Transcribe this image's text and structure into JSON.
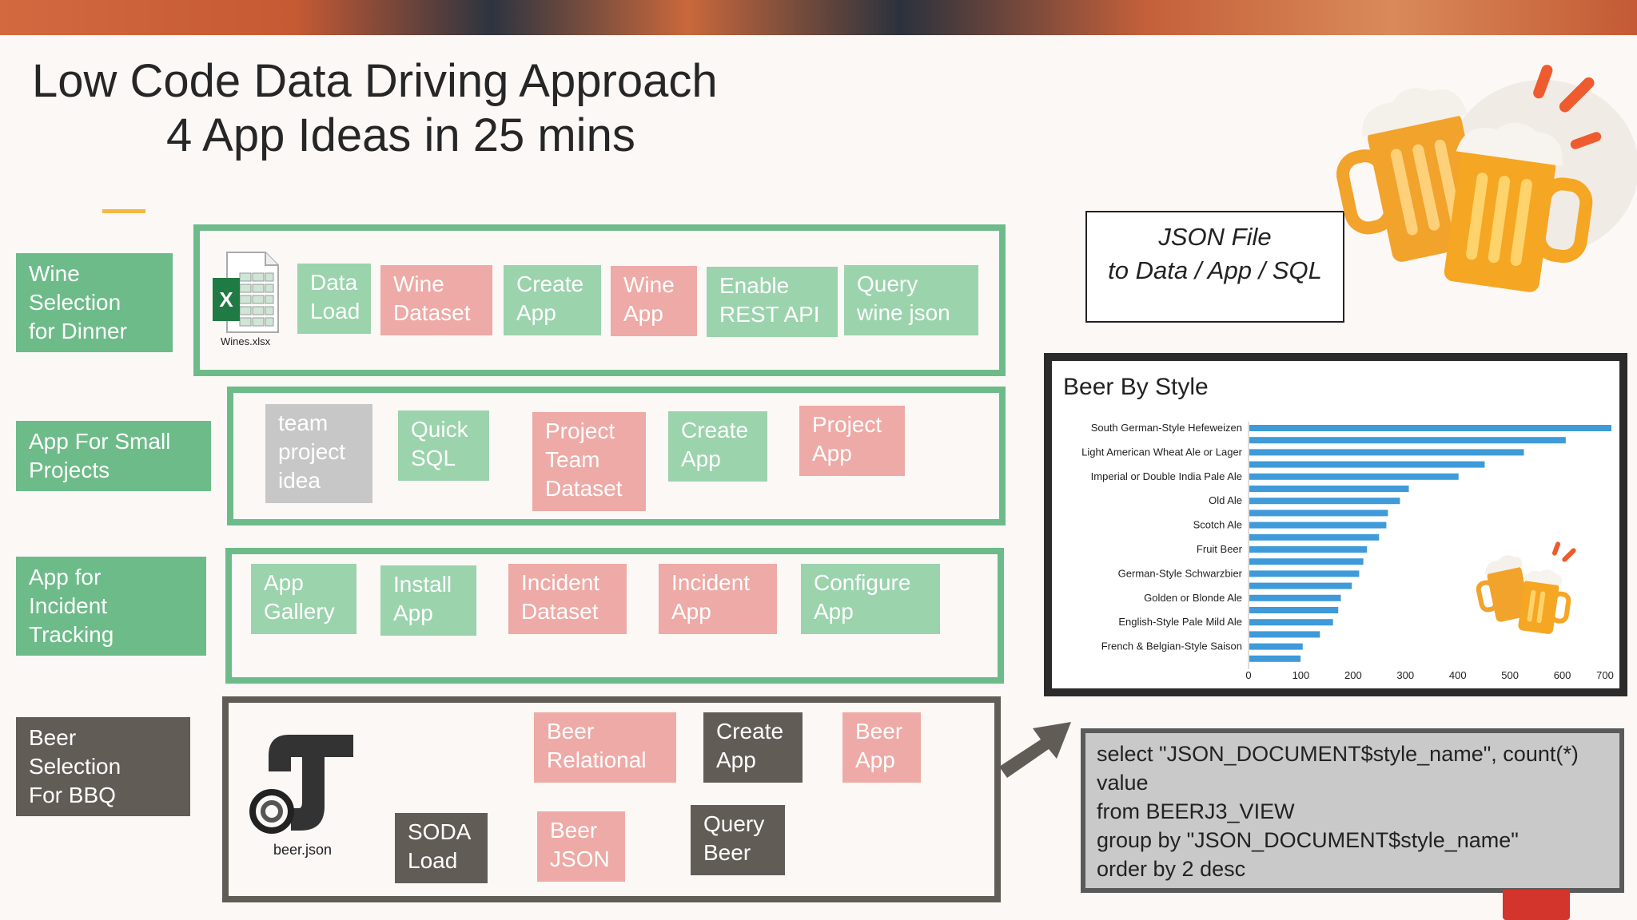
{
  "title": {
    "line1": "Low Code Data Driving Approach",
    "line2": "4 App Ideas in 25 mins"
  },
  "rows": [
    {
      "label": [
        "Wine",
        "Selection",
        "for Dinner"
      ],
      "steps": [
        {
          "lines": [
            "Data",
            "Load"
          ],
          "color": "green"
        },
        {
          "lines": [
            "Wine",
            "Dataset"
          ],
          "color": "pink"
        },
        {
          "lines": [
            "Create",
            "App"
          ],
          "color": "green"
        },
        {
          "lines": [
            "Wine",
            "App"
          ],
          "color": "pink"
        },
        {
          "lines": [
            "Enable",
            "REST API"
          ],
          "color": "green"
        },
        {
          "lines": [
            "Query",
            "wine json"
          ],
          "color": "green"
        }
      ],
      "file_caption": "Wines.xlsx"
    },
    {
      "label": [
        "App For Small",
        "Projects"
      ],
      "steps": [
        {
          "lines": [
            "team",
            "project",
            "idea"
          ],
          "color": "gray"
        },
        {
          "lines": [
            "Quick",
            "SQL"
          ],
          "color": "green"
        },
        {
          "lines": [
            "Project",
            "Team",
            "Dataset"
          ],
          "color": "pink"
        },
        {
          "lines": [
            "Create",
            "App"
          ],
          "color": "green"
        },
        {
          "lines": [
            "Project",
            "App"
          ],
          "color": "pink"
        }
      ]
    },
    {
      "label": [
        "App for",
        "Incident",
        "Tracking"
      ],
      "steps": [
        {
          "lines": [
            "App",
            "Gallery"
          ],
          "color": "green"
        },
        {
          "lines": [
            "Install",
            "App"
          ],
          "color": "green"
        },
        {
          "lines": [
            "Incident",
            "Dataset"
          ],
          "color": "pink"
        },
        {
          "lines": [
            "Incident",
            "App"
          ],
          "color": "pink"
        },
        {
          "lines": [
            "Configure",
            "App"
          ],
          "color": "green"
        }
      ]
    },
    {
      "label": [
        "Beer",
        "Selection",
        "For BBQ"
      ],
      "steps": [
        {
          "lines": [
            "Beer",
            "Relational"
          ],
          "color": "pink"
        },
        {
          "lines": [
            "Create",
            "App"
          ],
          "color": "dark"
        },
        {
          "lines": [
            "Beer",
            "App"
          ],
          "color": "pink"
        },
        {
          "lines": [
            "SODA",
            "Load"
          ],
          "color": "dark"
        },
        {
          "lines": [
            "Beer",
            "JSON"
          ],
          "color": "pink"
        },
        {
          "lines": [
            "Query",
            "Beer"
          ],
          "color": "dark"
        }
      ],
      "file_caption": "beer.json"
    }
  ],
  "json_file_note": [
    "JSON File",
    "to Data / App / SQL"
  ],
  "sql": [
    "select \"JSON_DOCUMENT$style_name\", count(*)",
    "value",
    "from BEERJ3_VIEW",
    "group by \"JSON_DOCUMENT$style_name\"",
    "order by 2 desc"
  ],
  "icons": {
    "spreadsheet": "excel-file-icon",
    "json": "oracle-json-icon",
    "beer": "beer-mugs-icon",
    "arrow": "arrow-up-right-icon"
  },
  "colors": {
    "green": "#6dbb89",
    "dark": "#625c57",
    "pink": "#eeaaa6",
    "bar": "#3e9ad8"
  },
  "chart_data": {
    "type": "bar",
    "orientation": "horizontal",
    "title": "Beer By Style",
    "categories": [
      "South German-Style Hefeweizen",
      "",
      "Light American Wheat Ale or Lager",
      "",
      "Imperial or Double India Pale Ale",
      "",
      "Old Ale",
      "",
      "Scotch Ale",
      "",
      "Fruit Beer",
      "",
      "German-Style Schwarzbier",
      "",
      "Golden or Blonde Ale",
      "",
      "English-Style Pale Mild Ale",
      "",
      "French & Belgian-Style Saison",
      ""
    ],
    "values": [
      715,
      605,
      525,
      450,
      400,
      305,
      288,
      265,
      262,
      248,
      225,
      218,
      210,
      196,
      175,
      170,
      160,
      135,
      102,
      98
    ],
    "xlim": [
      0,
      700
    ],
    "xticks": [
      "0",
      "100",
      "200",
      "300",
      "400",
      "500",
      "600",
      "700"
    ],
    "xlabel": "",
    "ylabel": ""
  }
}
